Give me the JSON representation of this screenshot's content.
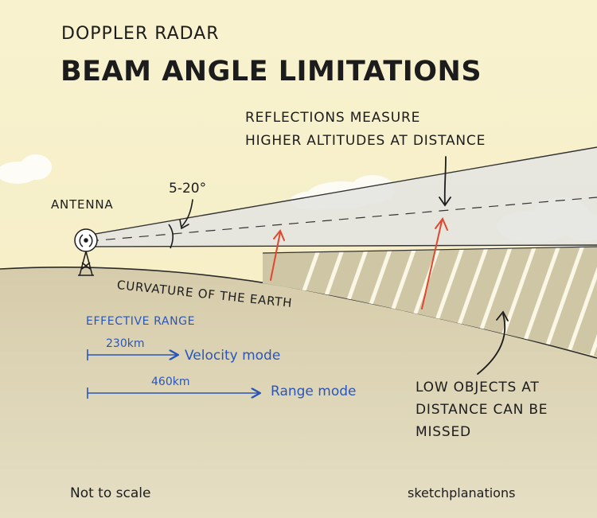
{
  "diagram": {
    "title_top": "DOPPLER RADAR",
    "title_main": "BEAM ANGLE LIMITATIONS",
    "reflection_note_line1": "REFLECTIONS MEASURE",
    "reflection_note_line2": "HIGHER ALTITUDES AT DISTANCE",
    "angle_label": "5-20°",
    "antenna_label": "ANTENNA",
    "curvature_label": "CURVATURE OF THE EARTH",
    "effective_range_heading": "EFFECTIVE RANGE",
    "velocity_distance": "230km",
    "velocity_label": "Velocity mode",
    "range_distance": "460km",
    "range_label": "Range mode",
    "missed_line1": "LOW OBJECTS AT",
    "missed_line2": "DISTANCE CAN BE",
    "missed_line3": "MISSED",
    "scale_note": "Not to scale",
    "credit": "sketchplanations"
  },
  "colors": {
    "sky": "#f7f0c8",
    "ground": "#d9d0b0",
    "beam": "#e6e6e3",
    "ink": "#1c1c1c",
    "blue": "#2a56b8",
    "red_arrow": "#e0482e",
    "hatch_fill": "#cfc6a6"
  }
}
